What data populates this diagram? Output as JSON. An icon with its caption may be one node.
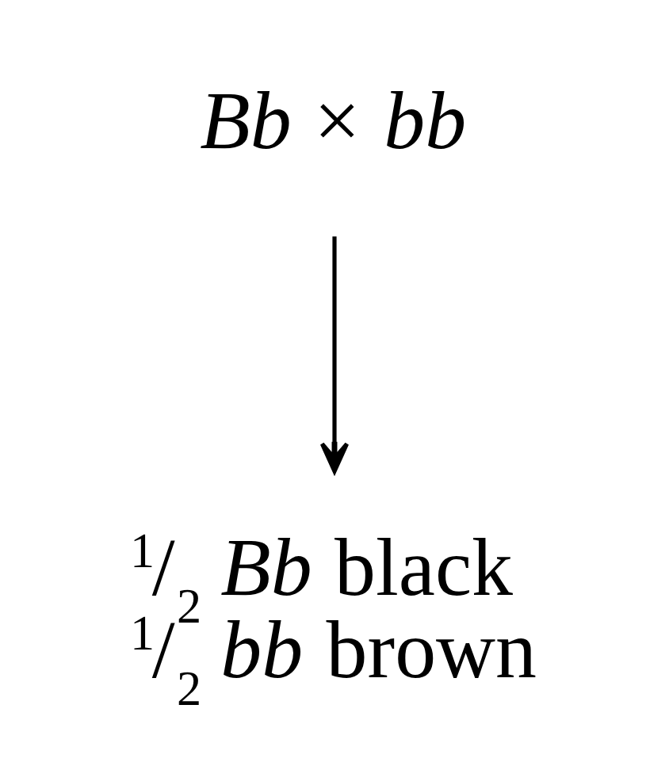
{
  "diagram": {
    "nodes": [
      {
        "text": [
          "*Bb* × *bb*"
        ]
      },
      {
        "text": [
          "$^{1}$/$_{2}$ *Bb* black",
          "$^{1}$/$_{2}$ *bb* brown"
        ]
      }
    ],
    "edges": [
      {
        "from": 0,
        "to": 1,
        "arrow": "to"
      }
    ]
  }
}
